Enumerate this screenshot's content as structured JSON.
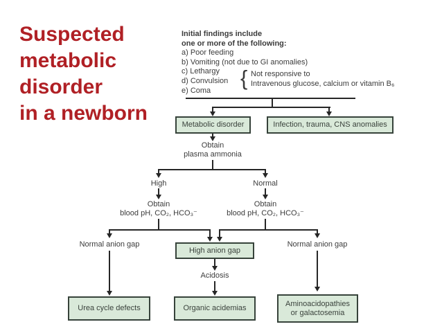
{
  "slide": {
    "title_lines": [
      "Suspected",
      "metabolic",
      "disorder",
      "in a newborn"
    ]
  },
  "findings": {
    "heading_line1": "Initial findings include",
    "heading_line2": "one or more of the following:",
    "items": [
      "a) Poor feeding",
      "b) Vomiting (not due to GI anomalies)",
      "c) Lethargy",
      "d) Convulsion",
      "e) Coma"
    ],
    "brace": "{",
    "note_line1": "Not responsive to",
    "note_line2": "Intravenous glucose, calcium or vitamin B₆"
  },
  "nodes": {
    "metabolic_disorder": "Metabolic disorder",
    "infection": "Infection, trauma, CNS anomalies",
    "obtain_plasma_l1": "Obtain",
    "obtain_plasma_l2": "plasma ammonia",
    "high": "High",
    "normal": "Normal",
    "obtain_blood_l1": "Obtain",
    "obtain_blood_l2": "blood pH, CO₂, HCO₃⁻",
    "normal_anion_gap_left": "Normal anion gap",
    "high_anion_gap": "High anion gap",
    "normal_anion_gap_right": "Normal anion gap",
    "acidosis": "Acidosis",
    "urea_cycle_defects": "Urea cycle defects",
    "organic_acidemias": "Organic acidemias",
    "aminoacidopathies_l1": "Aminoacidopathies",
    "aminoacidopathies_l2": "or galactosemia"
  },
  "colors": {
    "title_red": "#b02025",
    "box_fill": "#d9e9d9",
    "box_border": "#36423a",
    "line": "#262626",
    "text": "#3b3b3b"
  }
}
